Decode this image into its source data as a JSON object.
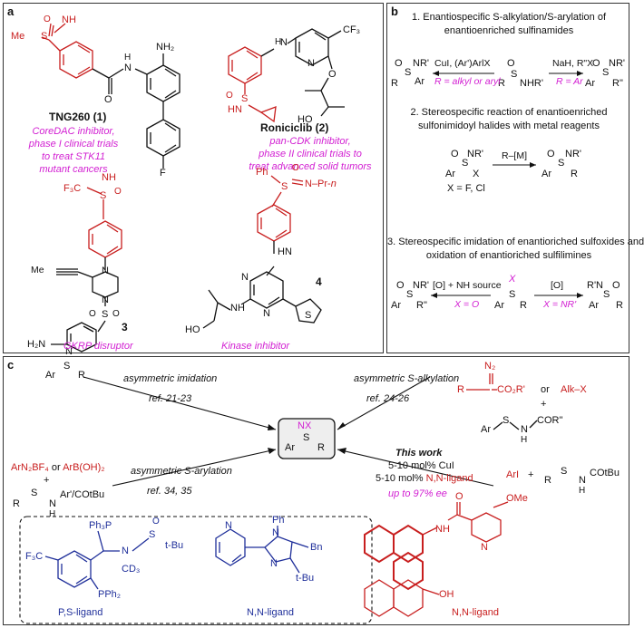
{
  "panel_a": {
    "label": "a",
    "tng260": {
      "title": "TNG260 (1)",
      "desc": [
        "CoreDAC inhibitor,",
        "phase I clinical trials",
        "to treat STK11",
        "mutant cancers"
      ],
      "atoms": {
        "me": "Me",
        "s": "S",
        "o": "O",
        "nh": "NH",
        "n_h": "H",
        "n": "N",
        "nh2": "NH₂",
        "f": "F",
        "o2": "O"
      }
    },
    "roniciclib": {
      "title": "Roniciclib (2)",
      "desc": [
        "pan-CDK inhibitor,",
        "phase II clinical trials to",
        "treat advanced solid tumors"
      ],
      "atoms": {
        "hn": "HN",
        "s": "S",
        "o": "O",
        "n1": "N",
        "n2": "N",
        "h": "H",
        "cf3": "CF₃",
        "o2": "O",
        "ho": "HO"
      }
    },
    "cmpd3": {
      "title": "3",
      "desc": "GKRP disruptor",
      "atoms": {
        "f3c": "F₃C",
        "nh": "NH",
        "s": "S",
        "o": "O",
        "n1": "N",
        "n2": "N",
        "so2": "S",
        "o_a": "O",
        "o_b": "O",
        "h2n": "H₂N",
        "n3": "N"
      }
    },
    "cmpd4": {
      "title": "4",
      "desc": "Kinase inhibitor",
      "atoms": {
        "ph": "Ph",
        "s": "S",
        "o": "O",
        "npr": "N–Pr-",
        "n_it": "n",
        "hn": "HN",
        "h": "H",
        "n1": "N",
        "n2": "N",
        "nh": "NH",
        "ho": "HO",
        "s2": "S"
      }
    }
  },
  "panel_b": {
    "label": "b",
    "s1_title": [
      "1. Enantiospecific S-alkylation/S-arylation of",
      "enantioenriched sulfinamides"
    ],
    "s1_left_reagent": "CuI, (Ar')ArlX",
    "s1_left_cond": "R = alkyl or aryl",
    "s1_right_reagent": "NaH, R\"X",
    "s1_right_cond": "R = Ar",
    "s1_atoms": {
      "o": "O",
      "s": "S",
      "nr": "NR'",
      "r": "R",
      "ar": "Ar",
      "nhr": "NHR'",
      "o2": "O",
      "s2": "S",
      "r2": "R",
      "o3": "O",
      "s3": "S",
      "nr3": "NR'",
      "ar3": "Ar",
      "r3": "R\""
    },
    "s2_title": [
      "2. Stereospecific reaction of enantioenriched",
      "sulfonimidoyl halides with metal reagents"
    ],
    "s2_reagent": "R–[M]",
    "s2_x": "X = F,  Cl",
    "s2_atoms": {
      "o": "O",
      "s": "S",
      "nr": "NR'",
      "ar": "Ar",
      "x": "X",
      "o2": "O",
      "s2": "S",
      "nr2": "NR'",
      "ar2": "Ar",
      "r2": "R"
    },
    "s3_title": [
      "3. Stereospecific imidation of enantioriched sulfoxides and",
      "oxidation of enantioriched sulfilimines"
    ],
    "s3_left_reagent": "[O] + NH source",
    "s3_left_cond": "X = O",
    "s3_right_reagent": "[O]",
    "s3_right_cond": "X = NR'",
    "s3_atoms": {
      "o": "O",
      "s": "S",
      "nr": "NR'",
      "ar": "Ar",
      "r": "R\"",
      "x": "X",
      "s2": "S",
      "ar2": "Ar",
      "r2": "R",
      "rn": "R'N",
      "s3": "S",
      "o3": "O",
      "ar3": "Ar",
      "r3": "R"
    }
  },
  "panel_c": {
    "label": "c",
    "center": {
      "nx": "NX",
      "s": "S",
      "ar": "Ar",
      "r": "R"
    },
    "imidation": {
      "label": "asymmetric imidation",
      "ref": "ref. 21-23",
      "atoms": {
        "ar": "Ar",
        "s": "S",
        "r": "R"
      }
    },
    "alkylation": {
      "label": "asymmetric S-alkylation",
      "ref": "ref. 24-26",
      "n2": "N₂",
      "r": "R",
      "co2r": "CO₂R'",
      "or": "or",
      "alkx": "Alk–X",
      "plus": "+",
      "ar": "Ar",
      "s": "S",
      "n": "N",
      "h": "H",
      "cor": "COR''"
    },
    "arylation": {
      "label": "asymmetric S-arylation",
      "ref": "ref. 34, 35",
      "arn2": "ArN₂BF₄",
      "or": "or",
      "arb": "ArB(OH)₂",
      "plus": "+",
      "r": "R",
      "s": "S",
      "n": "N",
      "h": "H",
      "nar": "Ar'/COtBu"
    },
    "this_work": {
      "title": "This work",
      "l1": "5-10 mol% CuI",
      "l2a": "5-10 mol% ",
      "l2b": "N,N-ligand",
      "ee": "up to 97% ee",
      "ari": "ArI",
      "plus": "+",
      "r": "R",
      "s": "S",
      "n": "N",
      "h": "H",
      "cot": "COtBu"
    },
    "ps_ligand": {
      "label": "P,S-ligand",
      "ph3p": "Ph₃P",
      "f3c": "F₃C",
      "pph2": "PPh₂",
      "n": "N",
      "cd3": "CD₃",
      "s": "S",
      "o": "O",
      "tbu": "t-Bu"
    },
    "nn_ligand_box": {
      "label": "N,N-ligand",
      "ph": "Ph",
      "n1": "N",
      "n2": "N",
      "n3": "N",
      "bn": "Bn",
      "tbu": "t-Bu"
    },
    "nn_ligand_red": {
      "label": "N,N-ligand",
      "ome": "OMe",
      "o": "O",
      "n": "N",
      "nh": "NH",
      "oh": "OH",
      "h": "H"
    }
  }
}
